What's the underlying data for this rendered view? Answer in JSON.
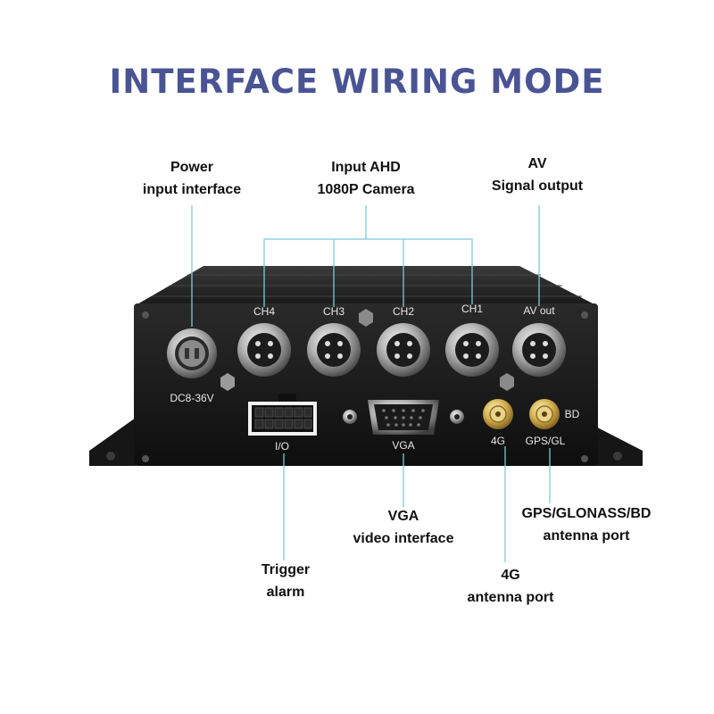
{
  "title": "INTERFACE WIRING MODE",
  "callouts": {
    "power": {
      "line1": "Power",
      "line2": "input interface"
    },
    "ahd": {
      "line1": "Input AHD",
      "line2": "1080P Camera"
    },
    "av": {
      "line1": "AV",
      "line2": "Signal output"
    },
    "vga": {
      "line1": "VGA",
      "line2": "video interface"
    },
    "gps": {
      "line1": "GPS/GLONASS/BD",
      "line2": "antenna port"
    },
    "trigger": {
      "line1": "Trigger",
      "line2": "alarm"
    },
    "lte": {
      "line1": "4G",
      "line2": "antenna port"
    }
  },
  "device": {
    "ch4": "CH4",
    "ch3": "CH3",
    "ch2": "CH2",
    "ch1": "CH1",
    "av_out": "AV out",
    "dc": "DC8-36V",
    "io": "I/O",
    "vga": "VGA",
    "g4": "4G",
    "gps_gl": "GPS/GL",
    "bd": "BD"
  },
  "colors": {
    "title": "#4a5494",
    "leader": "#7fc8d8",
    "body": "#1c1c1c"
  }
}
